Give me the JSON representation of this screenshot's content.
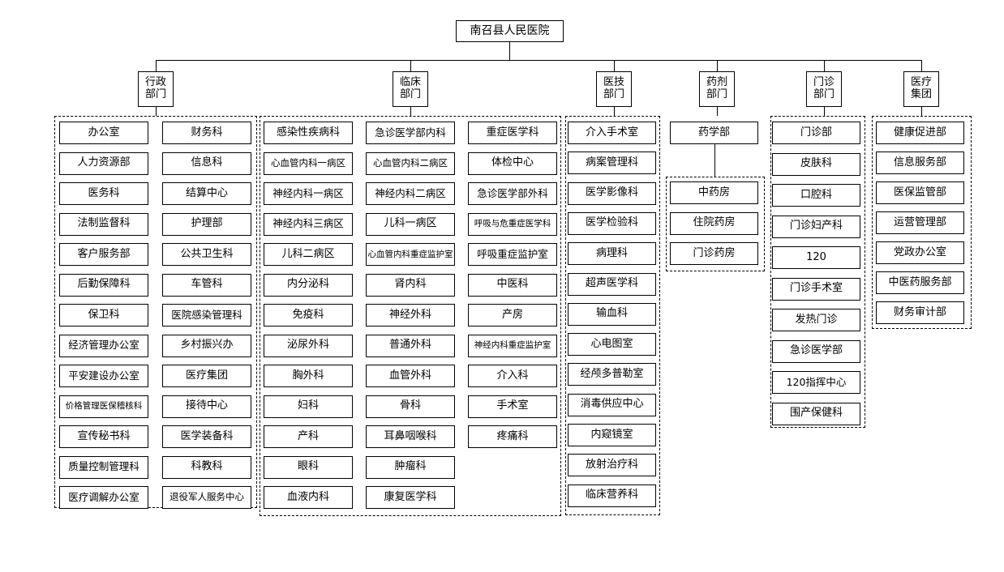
{
  "root": "南召县人民医院",
  "branches": [
    {
      "key": "admin",
      "label": "行政\n部门"
    },
    {
      "key": "clinical",
      "label": "临床\n部门"
    },
    {
      "key": "medtech",
      "label": "医技\n部门"
    },
    {
      "key": "pharmacy",
      "label": "药剂\n部门"
    },
    {
      "key": "outpatient",
      "label": "门诊\n部门"
    },
    {
      "key": "group",
      "label": "医疗\n集团"
    }
  ],
  "admin": {
    "col1": [
      "办公室",
      "人力资源部",
      "医务科",
      "法制监督科",
      "客户服务部",
      "后勤保障科",
      "保卫科",
      "经济管理办公室",
      "平安建设办公室",
      "价格管理医保稽核科",
      "宣传秘书科",
      "质量控制管理科",
      "医疗调解办公室"
    ],
    "col2": [
      "财务科",
      "信息科",
      "结算中心",
      "护理部",
      "公共卫生科",
      "车管科",
      "医院感染管理科",
      "乡村振兴办",
      "医疗集团",
      "接待中心",
      "医学装备科",
      "科教科",
      "退役军人服务中心"
    ]
  },
  "clinical": {
    "col1": [
      "感染性疾病科",
      "心血管内科一病区",
      "神经内科一病区",
      "神经内科三病区",
      "儿科二病区",
      "内分泌科",
      "免疫科",
      "泌尿外科",
      "胸外科",
      "妇科",
      "产科",
      "眼科",
      "血液内科"
    ],
    "col2": [
      "急诊医学部内科",
      "心血管内科二病区",
      "神经内科二病区",
      "儿科一病区",
      "心血管内科重症监护室",
      "肾内科",
      "神经外科",
      "普通外科",
      "血管外科",
      "骨科",
      "耳鼻咽喉科",
      "肿瘤科",
      "康复医学科"
    ],
    "col3": [
      "重症医学科",
      "体检中心",
      "急诊医学部外科",
      "呼吸与危重症医学科",
      "呼吸重症监护室",
      "中医科",
      "产房",
      "神经内科重症监护室",
      "介入科",
      "手术室",
      "疼痛科"
    ]
  },
  "medtech": [
    "介入手术室",
    "病案管理科",
    "医学影像科",
    "医学检验科",
    "病理科",
    "超声医学科",
    "输血科",
    "心电图室",
    "经颅多普勒室",
    "消毒供应中心",
    "内窥镜室",
    "放射治疗科",
    "临床营养科"
  ],
  "pharmacy": {
    "head": "药学部",
    "items": [
      "中药房",
      "住院药房",
      "门诊药房"
    ]
  },
  "outpatient": [
    "门诊部",
    "皮肤科",
    "口腔科",
    "门诊妇产科",
    "120",
    "门诊手术室",
    "发热门诊",
    "急诊医学部",
    "120指挥中心",
    "围产保健科"
  ],
  "group": [
    "健康促进部",
    "信息服务部",
    "医保监管部",
    "运营管理部",
    "党政办公室",
    "中医药服务部",
    "财务审计部"
  ]
}
